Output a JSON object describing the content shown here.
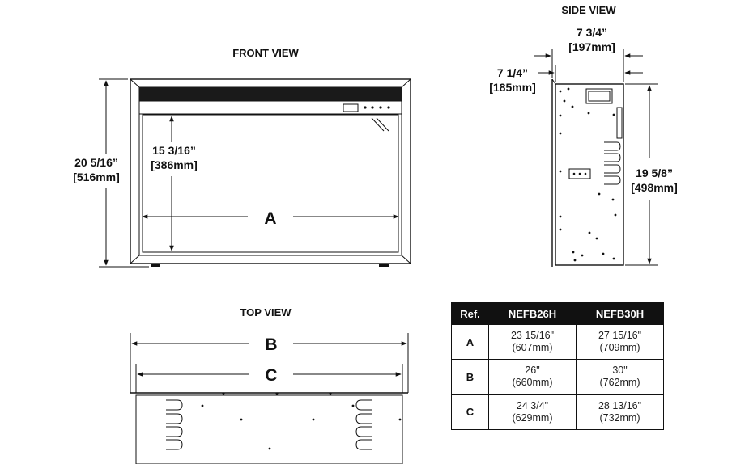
{
  "views": {
    "front": "FRONT VIEW",
    "side": "SIDE VIEW",
    "top": "TOP VIEW"
  },
  "front_dims": {
    "height_in": "20 5/16”",
    "height_mm": "[516mm]",
    "inner_height_in": "15 3/16”",
    "inner_height_mm": "[386mm]",
    "width_ref": "A"
  },
  "side_dims": {
    "depth_in": "7 3/4”",
    "depth_mm": "[197mm]",
    "body_depth_in": "7 1/4”",
    "body_depth_mm": "[185mm]",
    "height_in": "19 5/8”",
    "height_mm": "[498mm]"
  },
  "top_dims": {
    "ref_b": "B",
    "ref_c": "C"
  },
  "table": {
    "headers": [
      "Ref.",
      "NEFB26H",
      "NEFB30H"
    ],
    "rows": [
      {
        "ref": "A",
        "v1": [
          "23 15/16\"",
          "(607mm)"
        ],
        "v2": [
          "27 15/16\"",
          "(709mm)"
        ]
      },
      {
        "ref": "B",
        "v1": [
          "26\"",
          "(660mm)"
        ],
        "v2": [
          "30\"",
          "(762mm)"
        ]
      },
      {
        "ref": "C",
        "v1": [
          "24 3/4\"",
          "(629mm)"
        ],
        "v2": [
          "28 13/16\"",
          "(732mm)"
        ]
      }
    ]
  }
}
